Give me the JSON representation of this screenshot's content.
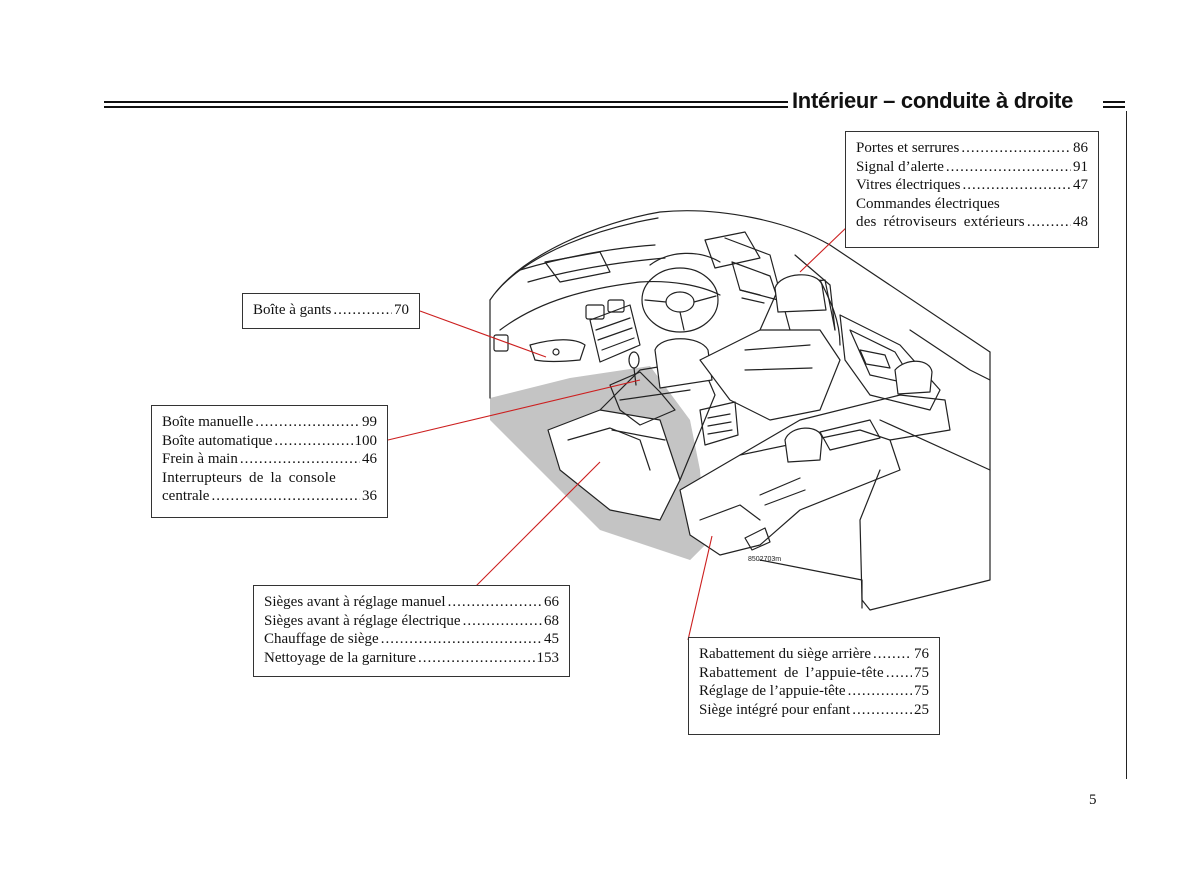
{
  "header": {
    "title": "Intérieur – conduite à droite"
  },
  "callouts": {
    "doors": {
      "items": [
        {
          "label": "Portes et serrures",
          "page": "86"
        },
        {
          "label": "Signal d’alerte",
          "page": "91"
        },
        {
          "label": "Vitres électriques",
          "page": "47"
        },
        {
          "label": "Commandes électriques",
          "page": ""
        },
        {
          "label": "des rétroviseurs extérieurs",
          "page": "48"
        }
      ]
    },
    "glovebox": {
      "items": [
        {
          "label": "Boîte à gants",
          "page": "70"
        }
      ]
    },
    "console": {
      "items": [
        {
          "label": "Boîte manuelle",
          "page": "99"
        },
        {
          "label": "Boîte automatique",
          "page": "100"
        },
        {
          "label": "Frein à main",
          "page": "46"
        },
        {
          "label": "Interrupteurs de la console",
          "page": ""
        },
        {
          "label": "centrale",
          "page": "36"
        }
      ]
    },
    "front_seats": {
      "items": [
        {
          "label": "Sièges avant à réglage manuel",
          "page": "66"
        },
        {
          "label": "Sièges avant à réglage électrique",
          "page": "68"
        },
        {
          "label": "Chauffage de siège",
          "page": "45"
        },
        {
          "label": "Nettoyage de la garniture",
          "page": "153"
        }
      ]
    },
    "rear_seats": {
      "items": [
        {
          "label": "Rabattement du siège arrière",
          "page": "76"
        },
        {
          "label": "Rabattement de l’appuie-tête",
          "page": "75"
        },
        {
          "label": "Réglage de l’appuie-tête",
          "page": "75"
        },
        {
          "label": "Siège intégré pour enfant",
          "page": "25"
        }
      ]
    }
  },
  "illustration": {
    "code": "8502703m"
  },
  "footer": {
    "page_number": "5"
  },
  "colors": {
    "leader_line": "#cc1f1f",
    "floor_shade": "#c4c4c4",
    "ink": "#111111"
  }
}
